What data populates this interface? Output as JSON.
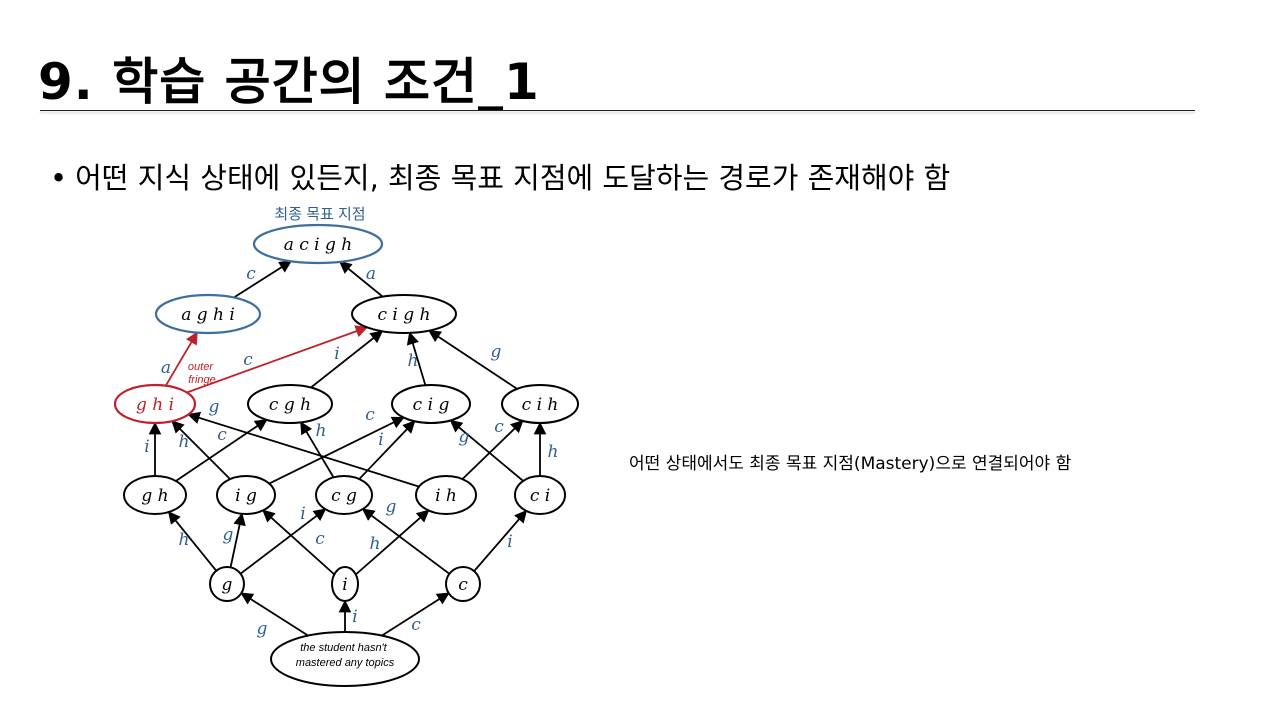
{
  "slide": {
    "title": "9. 학습 공간의 조건_1",
    "bullet": "어떤 지식 상태에 있든지, 최종 목표 지점에 도달하는 경로가 존재해야 함",
    "side_note": "어떤 상태에서도 최종 목표 지점(Mastery)으로 연결되어야 함"
  },
  "diagram": {
    "goal_caption": "최종 목표 지점",
    "outer_fringe_label": [
      "outer",
      "fringe"
    ],
    "start_label": [
      "the student hasn't",
      "mastered any topics"
    ],
    "colors": {
      "goal": "#3f6f9f",
      "fringe": "#c0202a",
      "edge_label": "#2f5f8f",
      "default": "#000000"
    },
    "nodes": [
      {
        "id": "acigh",
        "label": "a c i g h",
        "style": "goal"
      },
      {
        "id": "aghi",
        "label": "a g h i",
        "style": "goal"
      },
      {
        "id": "cigh",
        "label": "c i g h",
        "style": "default"
      },
      {
        "id": "ghi",
        "label": "g h i",
        "style": "fringe"
      },
      {
        "id": "cgh",
        "label": "c g h",
        "style": "default"
      },
      {
        "id": "cig",
        "label": "c i g",
        "style": "default"
      },
      {
        "id": "cih",
        "label": "c i h",
        "style": "default"
      },
      {
        "id": "gh",
        "label": "g h",
        "style": "default"
      },
      {
        "id": "ig",
        "label": "i g",
        "style": "default"
      },
      {
        "id": "cg",
        "label": "c g",
        "style": "default"
      },
      {
        "id": "ih",
        "label": "i h",
        "style": "default"
      },
      {
        "id": "ci",
        "label": "c i",
        "style": "default"
      },
      {
        "id": "g",
        "label": "g",
        "style": "default"
      },
      {
        "id": "i",
        "label": "i",
        "style": "default"
      },
      {
        "id": "c",
        "label": "c",
        "style": "default"
      },
      {
        "id": "start",
        "label": "",
        "style": "default"
      }
    ],
    "edges": [
      {
        "from": "aghi",
        "to": "acigh",
        "label": "c",
        "style": "default"
      },
      {
        "from": "cigh",
        "to": "acigh",
        "label": "a",
        "style": "default"
      },
      {
        "from": "ghi",
        "to": "aghi",
        "label": "a",
        "style": "fringe"
      },
      {
        "from": "ghi",
        "to": "cigh",
        "label": "c",
        "style": "fringe"
      },
      {
        "from": "cgh",
        "to": "cigh",
        "label": "i",
        "style": "default"
      },
      {
        "from": "cig",
        "to": "cigh",
        "label": "h",
        "style": "default"
      },
      {
        "from": "cih",
        "to": "cigh",
        "label": "g",
        "style": "default"
      },
      {
        "from": "gh",
        "to": "ghi",
        "label": "i",
        "style": "default"
      },
      {
        "from": "ig",
        "to": "ghi",
        "label": "h",
        "style": "default"
      },
      {
        "from": "ih",
        "to": "ghi",
        "label": "g",
        "style": "default"
      },
      {
        "from": "gh",
        "to": "cgh",
        "label": "c",
        "style": "default"
      },
      {
        "from": "cg",
        "to": "cgh",
        "label": "h",
        "style": "default"
      },
      {
        "from": "ig",
        "to": "cig",
        "label": "c",
        "style": "default"
      },
      {
        "from": "cg",
        "to": "cig",
        "label": "i",
        "style": "default"
      },
      {
        "from": "ci",
        "to": "cig",
        "label": "g",
        "style": "default"
      },
      {
        "from": "ih",
        "to": "cih",
        "label": "c",
        "style": "default"
      },
      {
        "from": "ci",
        "to": "cih",
        "label": "h",
        "style": "default"
      },
      {
        "from": "g",
        "to": "gh",
        "label": "h",
        "style": "default"
      },
      {
        "from": "i",
        "to": "ig",
        "label": "g",
        "style": "default"
      },
      {
        "from": "g",
        "to": "ig",
        "label": "i",
        "style": "default"
      },
      {
        "from": "g",
        "to": "cg",
        "label": "c",
        "style": "default"
      },
      {
        "from": "c",
        "to": "cg",
        "label": "g",
        "style": "default"
      },
      {
        "from": "i",
        "to": "ih",
        "label": "h",
        "style": "default"
      },
      {
        "from": "c",
        "to": "ci",
        "label": "i",
        "style": "default"
      },
      {
        "from": "start",
        "to": "g",
        "label": "g",
        "style": "default"
      },
      {
        "from": "start",
        "to": "i",
        "label": "i",
        "style": "default"
      },
      {
        "from": "start",
        "to": "c",
        "label": "c",
        "style": "default"
      }
    ]
  }
}
